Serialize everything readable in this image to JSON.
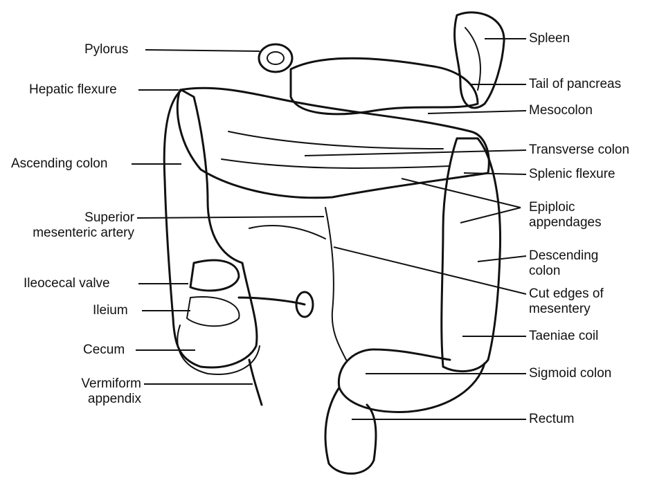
{
  "labels": {
    "pylorus": "Pylorus",
    "hepatic_flexure": "Hepatic flexure",
    "ascending_colon": "Ascending colon",
    "superior_mesenteric_artery": [
      "Superior",
      "mesenteric artery"
    ],
    "ileocecal_valve": "Ileocecal valve",
    "ileium": "Ileium",
    "cecum": "Cecum",
    "vermiform_appendix": [
      "Vermiform",
      "appendix"
    ],
    "spleen": "Spleen",
    "tail_of_pancreas": "Tail of pancreas",
    "mesocolon": "Mesocolon",
    "transverse_colon": "Transverse colon",
    "splenic_flexure": "Splenic flexure",
    "epiploic_appendages": [
      "Epiploic",
      "appendages"
    ],
    "descending_colon": [
      "Descending",
      "colon"
    ],
    "cut_edges_of_mesentery": [
      "Cut edges of",
      "mesentery"
    ],
    "taeniae_coil": "Taeniae coil",
    "sigmoid_colon": "Sigmoid colon",
    "rectum": "Rectum"
  },
  "colors": {
    "ink": "#111111",
    "background": "#ffffff"
  }
}
